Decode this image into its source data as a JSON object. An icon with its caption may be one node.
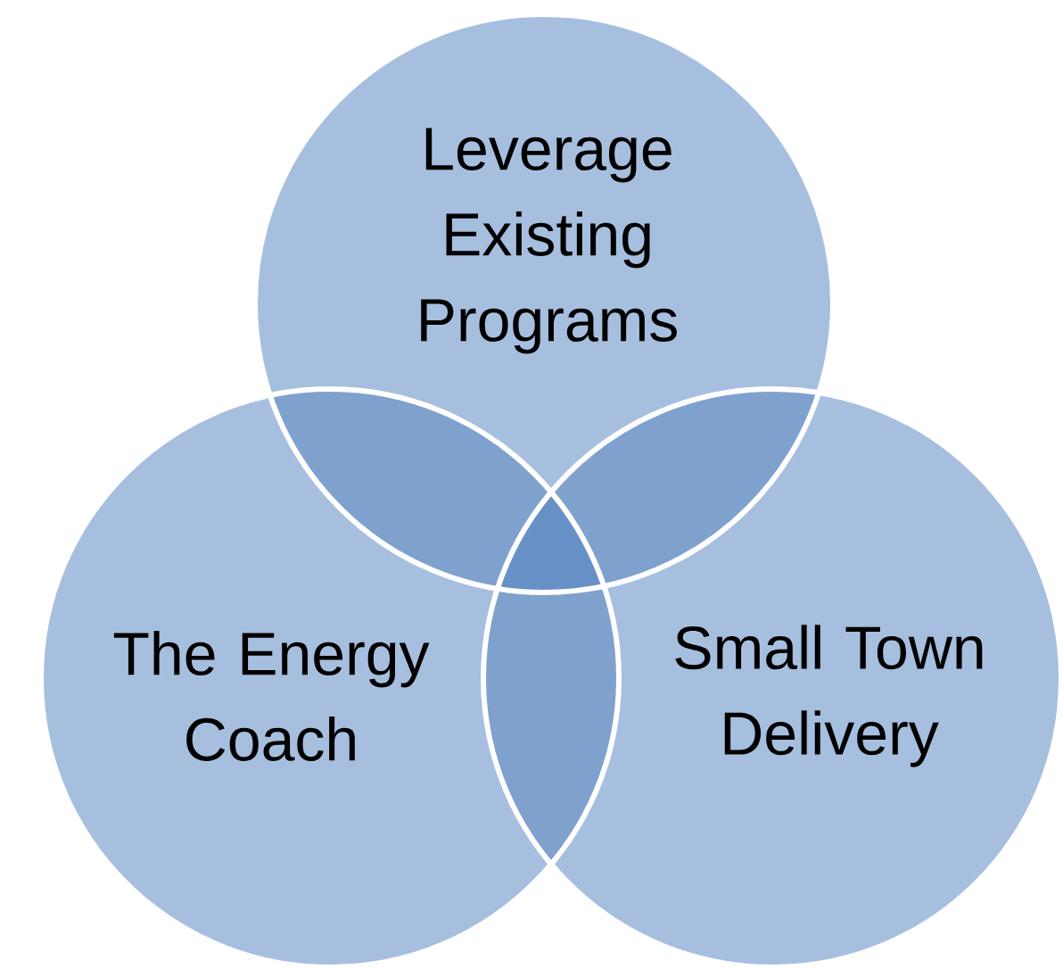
{
  "diagram": {
    "nodes": [
      {
        "text": [
          "Leverage Existing Programs"
        ]
      },
      {
        "text": [
          "The Energy Coach"
        ]
      },
      {
        "text": [
          "Small Town Delivery"
        ]
      }
    ]
  }
}
